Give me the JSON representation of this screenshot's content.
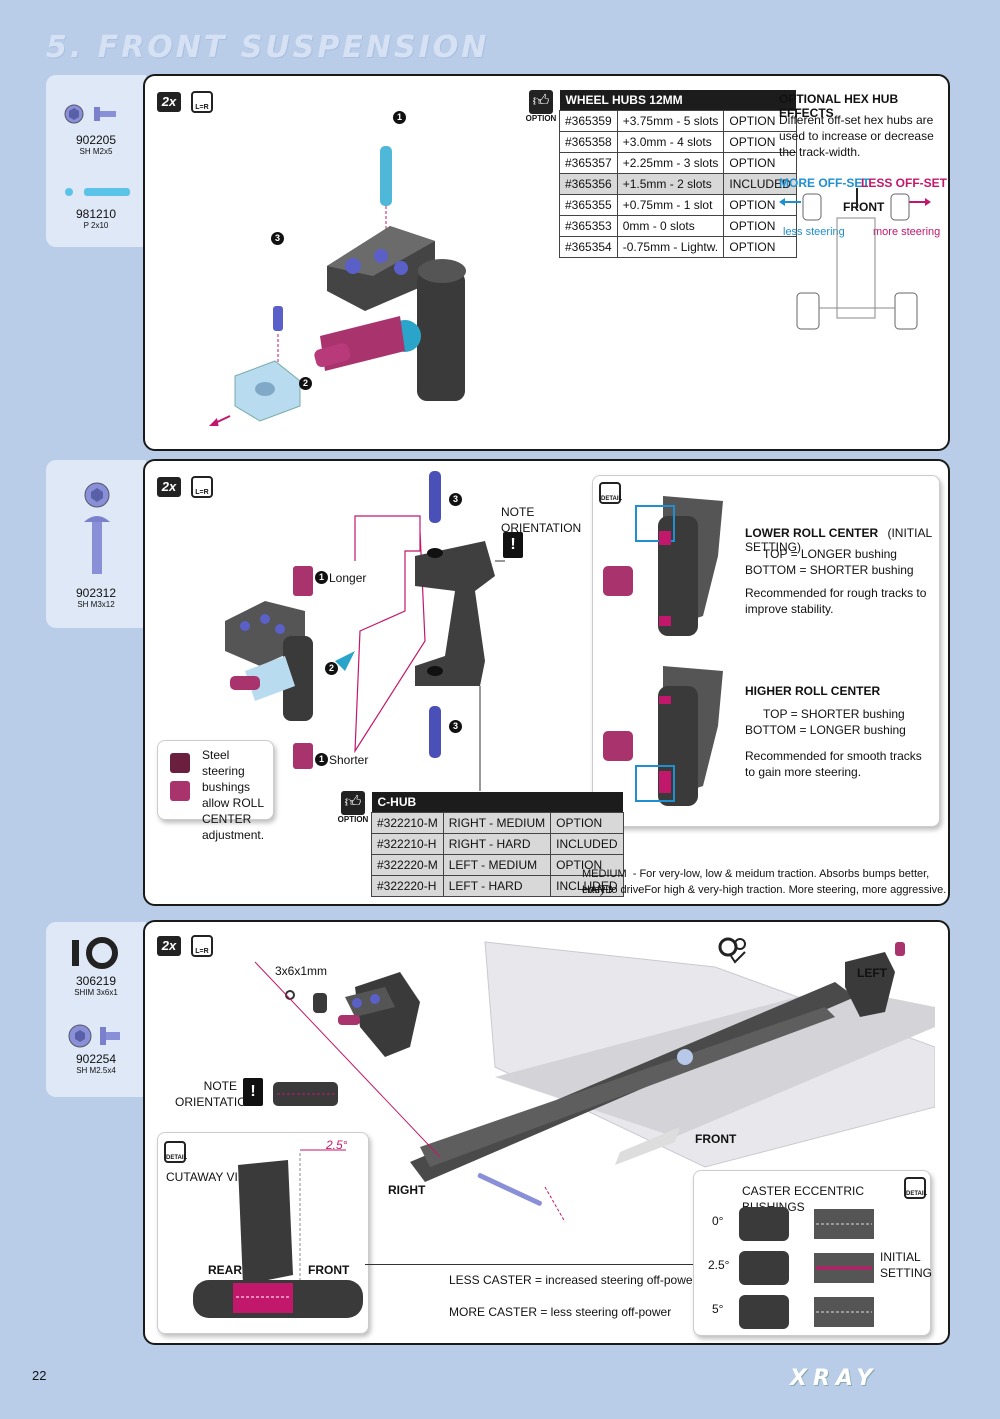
{
  "page_title": "5. FRONT SUSPENSION",
  "page_number": "22",
  "brand": "XRAY",
  "colors": {
    "accent_magenta": "#c2186b",
    "accent_blue": "#1f8fd0",
    "background": "#b9cde9"
  },
  "common": {
    "qty": "2x",
    "lr": "L=R",
    "option": "OPTION",
    "detail": "DETAIL"
  },
  "step1": {
    "parts": [
      {
        "code": "902205",
        "desc": "SH M2x5"
      },
      {
        "code": "981210",
        "desc": "P 2x10"
      }
    ],
    "callouts": [
      "1",
      "2",
      "3"
    ],
    "table": {
      "header": "WHEEL HUBS 12MM",
      "rows": [
        [
          "#365359",
          "+3.75mm - 5 slots",
          "OPTION"
        ],
        [
          "#365358",
          "+3.0mm - 4 slots",
          "OPTION"
        ],
        [
          "#365357",
          "+2.25mm - 3 slots",
          "OPTION"
        ],
        [
          "#365356",
          "+1.5mm - 2 slots",
          "INCLUDED"
        ],
        [
          "#365355",
          "+0.75mm - 1 slot",
          "OPTION"
        ],
        [
          "#365353",
          "0mm - 0 slots",
          "OPTION"
        ],
        [
          "#365354",
          "-0.75mm - Lightw.",
          "OPTION"
        ]
      ]
    },
    "hex": {
      "title": "OPTIONAL HEX HUB EFFECTS",
      "text": "Different off-set hex hubs are used to increase or decrease the track-width.",
      "more_offset": "MORE OFF-SET",
      "less_offset": "LESS OFF-SET",
      "front": "FRONT",
      "less_steering": "less steering",
      "more_steering": "more steering"
    }
  },
  "step2": {
    "parts": [
      {
        "code": "902312",
        "desc": "SH M3x12"
      }
    ],
    "callouts": [
      "1",
      "2",
      "3"
    ],
    "longer": "Longer",
    "shorter": "Shorter",
    "note": "NOTE ORIENTATION",
    "note_text": "Steel steering bushings allow ROLL CENTER adjustment.",
    "lower": {
      "title": "LOWER ROLL CENTER",
      "subtitle": "(INITIAL SETTING)",
      "top": "TOP = LONGER bushing",
      "bottom": "BOTTOM = SHORTER bushing",
      "rec": "Recommended for rough tracks to improve stability."
    },
    "higher": {
      "title": "HIGHER ROLL CENTER",
      "top": "TOP = SHORTER bushing",
      "bottom": "BOTTOM = LONGER bushing",
      "rec": "Recommended for smooth tracks to gain more steering."
    },
    "table": {
      "header": "C-HUB",
      "rows": [
        [
          "#322210-M",
          "RIGHT - MEDIUM",
          "OPTION"
        ],
        [
          "#322210-H",
          "RIGHT - HARD",
          "INCLUDED"
        ],
        [
          "#322220-M",
          "LEFT - MEDIUM",
          "OPTION"
        ],
        [
          "#322220-H",
          "LEFT - HARD",
          "INCLUDED"
        ]
      ]
    },
    "medium_label": "MEDIUM",
    "medium_text": "- For very-low, low & meidum traction. Absorbs bumps better, easy to drive.",
    "hard_label": "HARD",
    "hard_text": "- For high & very-high traction. More steering, more aggressive."
  },
  "step3": {
    "parts": [
      {
        "code": "306219",
        "desc": "SHIM 3x6x1"
      },
      {
        "code": "902254",
        "desc": "SH M2.5x4"
      }
    ],
    "shim": "3x6x1mm",
    "note": "NOTE ORIENTATION",
    "cutaway": "CUTAWAY VIEW",
    "angle": "2.5°",
    "rear": "REAR",
    "front": "FRONT",
    "right": "RIGHT",
    "left": "LEFT",
    "less_caster": "LESS CASTER = increased steering off-power",
    "more_caster": "MORE CASTER = less steering off-power",
    "caster": {
      "title": "CASTER ECCENTRIC BUSHINGS",
      "angles": [
        "0°",
        "2.5°",
        "5°"
      ],
      "initial": "INITIAL SETTING"
    }
  }
}
